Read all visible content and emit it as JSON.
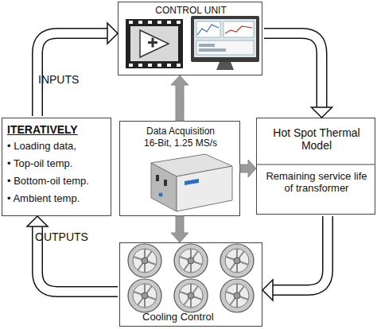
{
  "diagram": {
    "nodes": [
      {
        "text": [
          "CONTROL UNIT"
        ]
      },
      {
        "text": [
          "ITERATIVELY",
          "• Loading data,",
          "• Top-oil temp.",
          "• Bottom-oil temp.",
          "• Ambient temp."
        ]
      },
      {
        "text": [
          "Data Acquisition",
          "16-Bit, 1.25 MS/s"
        ]
      },
      {
        "text": [
          "Hot Spot Thermal Model",
          "Remaining service life of transformer"
        ]
      },
      {
        "text": [
          "Cooling Control"
        ]
      }
    ],
    "edges": [
      {
        "from": 1,
        "to": 0,
        "arrow": "to",
        "label": "INPUTS"
      },
      {
        "from": 0,
        "to": 3,
        "arrow": "to"
      },
      {
        "from": 3,
        "to": 4,
        "arrow": "to"
      },
      {
        "from": 4,
        "to": 1,
        "arrow": "to",
        "label": "OUTPUTS"
      },
      {
        "from": 2,
        "to": 0,
        "arrow": "to"
      },
      {
        "from": 2,
        "to": 3,
        "arrow": "to"
      },
      {
        "from": 2,
        "to": 4,
        "arrow": "to"
      }
    ]
  }
}
